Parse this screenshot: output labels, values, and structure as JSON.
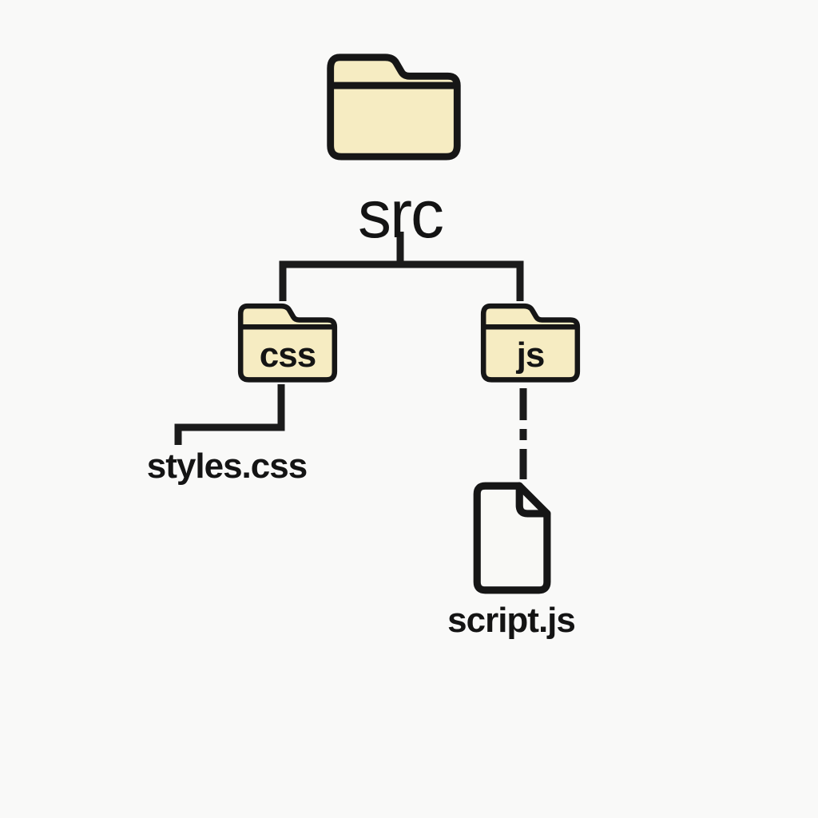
{
  "tree": {
    "root": {
      "label": "src",
      "icon": "folder"
    },
    "children": [
      {
        "label": "css",
        "icon": "folder",
        "child_label": "styles.css",
        "child_connector": "solid"
      },
      {
        "label": "js",
        "icon": "folder",
        "child_label": "script.js",
        "child_icon": "document",
        "child_connector": "dashed"
      }
    ]
  },
  "colors": {
    "background": "#f9f9f8",
    "folder_fill": "#f6ecc2",
    "document_fill": "#f9f9f6",
    "outline": "#161616",
    "connector": "#1b1b1b",
    "text": "#141414"
  }
}
